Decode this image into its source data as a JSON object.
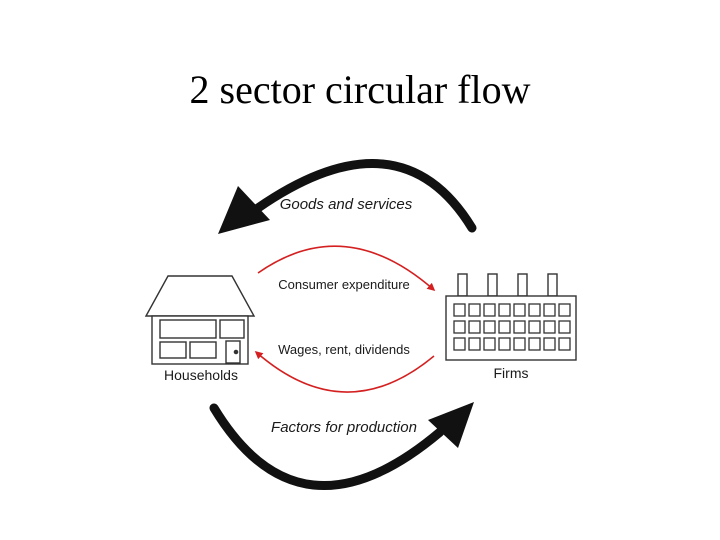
{
  "title": "2 sector circular flow",
  "diagram": {
    "households_label": "Households",
    "firms_label": "Firms",
    "flows": {
      "goods": "Goods and services",
      "consumer_expenditure": "Consumer expenditure",
      "wages": "Wages, rent, dividends",
      "factors": "Factors for production"
    }
  },
  "colors": {
    "outer_arrows": "#111111",
    "inner_arrows": "#d42020",
    "buildings_stroke": "#333333"
  }
}
